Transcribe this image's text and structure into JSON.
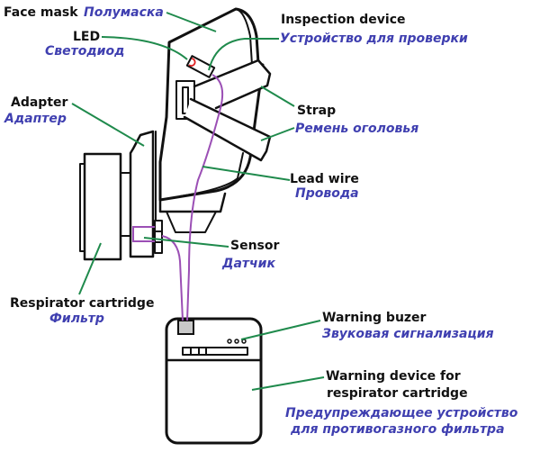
{
  "colors": {
    "outline": "#111111",
    "leader": "#1f8a4c",
    "wire": "#9b4fb5",
    "led": "#e02020",
    "russian_text": "#3f3fb0",
    "english_text": "#111111",
    "connector_fill": "#c8c8c8"
  },
  "labels": {
    "face_mask": {
      "en": "Face mask",
      "ru": "Полумаска"
    },
    "led": {
      "en": "LED",
      "ru": "Светодиод"
    },
    "inspection_device": {
      "en": "Inspection device",
      "ru": "Устройство для проверки"
    },
    "adapter": {
      "en": "Adapter",
      "ru": "Адаптер"
    },
    "strap": {
      "en": "Strap",
      "ru": "Ремень оголовья"
    },
    "lead_wire": {
      "en": "Lead wire",
      "ru": "Провода"
    },
    "sensor": {
      "en": "Sensor",
      "ru": "Датчик"
    },
    "respirator_cartridge": {
      "en": "Respirator cartridge",
      "ru": "Фильтр"
    },
    "warning_buzzer": {
      "en": "Warning buzer",
      "ru": "Звуковая сигнализация"
    },
    "warning_device": {
      "en_line1": "Warning device for",
      "en_line2": "respirator cartridge",
      "ru_line1": "Предупреждающее устройство",
      "ru_line2": "для  противогазного фильтра"
    }
  }
}
